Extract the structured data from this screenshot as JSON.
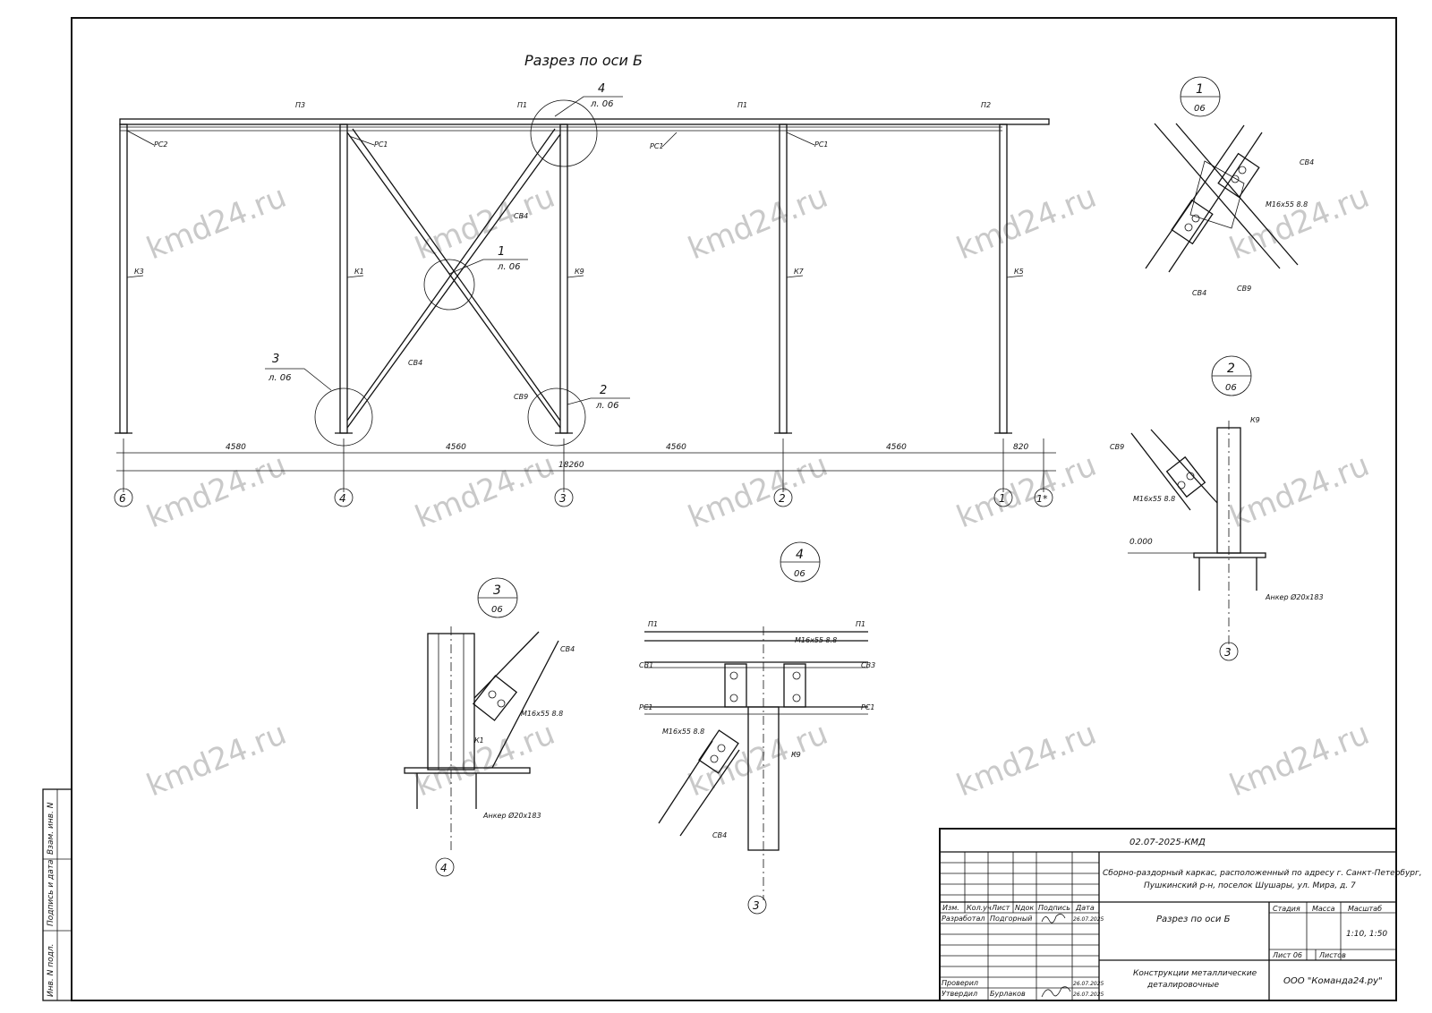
{
  "drawing": {
    "title": "Разрез по оси Б",
    "members": {
      "beams": [
        "П3",
        "П1",
        "П1",
        "П2"
      ],
      "columns": [
        "К3",
        "К1",
        "К9",
        "К7",
        "К5"
      ],
      "struts": [
        "РС2",
        "РС1",
        "РС1",
        "РС1"
      ],
      "braces": [
        "СВ4",
        "СВ4",
        "СВ9"
      ]
    },
    "callouts": [
      {
        "num": "4",
        "sheet": "л. 06"
      },
      {
        "num": "1",
        "sheet": "л. 06"
      },
      {
        "num": "3",
        "sheet": "л. 06"
      },
      {
        "num": "2",
        "sheet": "л. 06"
      }
    ],
    "dims": {
      "spans": [
        "4580",
        "4560",
        "4560",
        "4560",
        "820"
      ],
      "total": "18260"
    },
    "axes": [
      "6",
      "4",
      "3",
      "2",
      "1",
      "1*"
    ]
  },
  "details": {
    "d1": {
      "num": "1",
      "sheet": "06",
      "bolt": "М16х55 8.8",
      "labels": [
        "СВ4",
        "СВ4",
        "СВ9"
      ]
    },
    "d2": {
      "num": "2",
      "sheet": "06",
      "bolt": "М16х55 8.8",
      "level": "0.000",
      "anchor": "Анкер Ø20х183",
      "labels": [
        "СВ9",
        "К9"
      ],
      "axis": "3"
    },
    "d3": {
      "num": "3",
      "sheet": "06",
      "bolt": "М16х55 8.8",
      "anchor": "Анкер Ø20х183",
      "labels": [
        "СВ4",
        "К1"
      ],
      "axis": "4"
    },
    "d4": {
      "num": "4",
      "sheet": "06",
      "bolt": "М16х55 8.8",
      "labels": [
        "П1",
        "П1",
        "СВ1",
        "СВ3",
        "РС1",
        "РС1",
        "К9",
        "СВ4"
      ],
      "axis": "3"
    }
  },
  "watermark": "kmd24.ru",
  "side_stamp": [
    "Взам. инв. N",
    "Подпись и дата",
    "Инв. N подл."
  ],
  "stamp": {
    "code": "02.07-2025-КМД",
    "project": [
      "Сборно-раздорный каркас, расположенный по адресу г. Санкт-Петербург,",
      "Пушкинский р-н, поселок Шушары, ул. Мира, д. 7"
    ],
    "headers": [
      "Изм.",
      "Кол.уч",
      "Лист",
      "Nдок",
      "Подпись",
      "Дата"
    ],
    "roles": [
      {
        "role": "Разработал",
        "name": "Подгорный",
        "date": "26.07.2025"
      },
      {
        "role": "Проверил",
        "name": "",
        "date": "26.07.2025"
      },
      {
        "role": "Утвердил",
        "name": "Бурлаков",
        "date": "26.07.2025"
      }
    ],
    "sheet_title": "Разрез по оси Б",
    "stage_hdr": "Стадия",
    "mass_hdr": "Масса",
    "scale_hdr": "Масштаб",
    "scale": "1:10, 1:50",
    "sheet_no": "Лист 06",
    "sheets": "Листов",
    "doc_name": [
      "Конструкции металлические",
      "деталировочные"
    ],
    "org": "ООО \"Команда24.ру\""
  }
}
